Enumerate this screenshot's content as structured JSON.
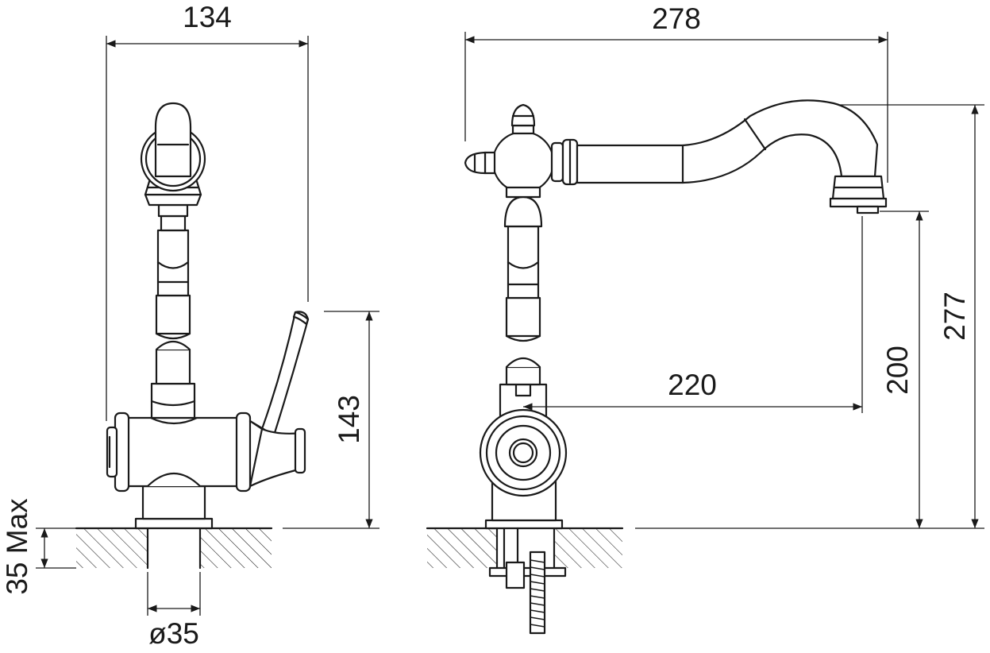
{
  "drawing": {
    "colors": {
      "line": "#1a1a1a",
      "background": "#ffffff"
    },
    "dimensions": {
      "side_view_width": "134",
      "front_view_width": "278",
      "outlet_reach": "220",
      "outlet_height": "200",
      "total_height": "277",
      "lever_height": "143",
      "counter_thickness": "35 Max",
      "hole_diameter": "ø35"
    }
  }
}
